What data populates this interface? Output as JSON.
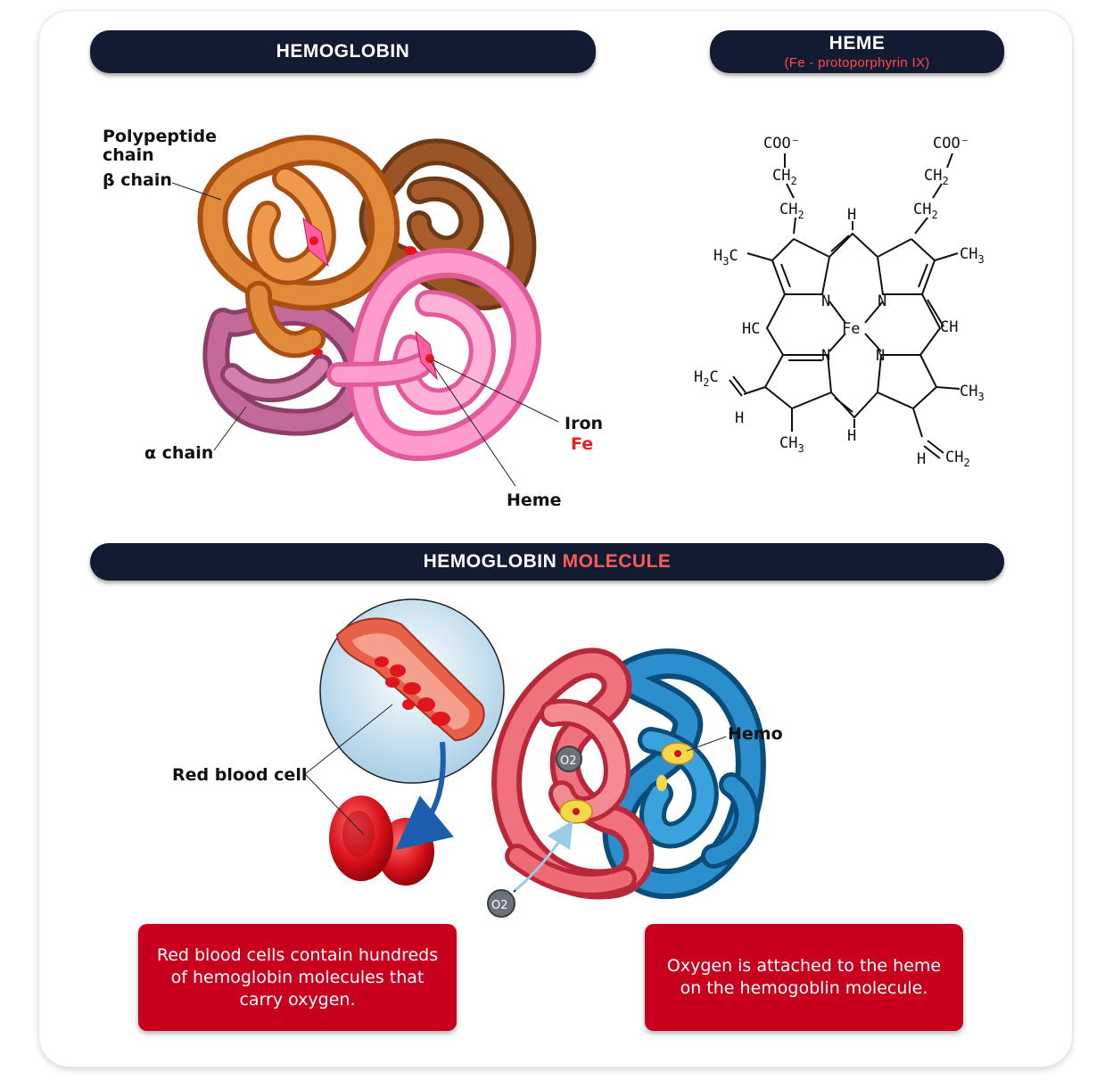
{
  "header_hemoglobin": "HEMOGLOBIN",
  "header_heme": {
    "title": "HEME",
    "subtitle": "(Fe - protoporphyrin IX)"
  },
  "hemoglobin_labels": {
    "polypeptide_line1": "Polypeptide",
    "polypeptide_line2": "chain",
    "beta_chain": "β chain",
    "alpha_chain": "α chain",
    "iron": "Iron",
    "fe": "Fe",
    "heme": "Heme"
  },
  "heme_structure": {
    "coo_left": "COO⁻",
    "coo_right": "COO⁻",
    "ch2": "CH",
    "two": "2",
    "three": "3",
    "h3c": "H",
    "c": "C",
    "n": "N",
    "fe": "Fe",
    "h": "H",
    "hc": "HC",
    "ch": "CH",
    "h2c": "H"
  },
  "molecule_header": {
    "part1": "HEMOGLOBIN",
    "part2": "MOLECULE"
  },
  "molecule_labels": {
    "red_blood_cell": "Red blood cell",
    "hemo": "Hemo",
    "o2": "O2"
  },
  "notes": {
    "left": "Red blood cells contain hundreds of hemoglobin molecules that carry oxygen.",
    "right": "Oxygen is attached to the heme on the hemogoblin molecule."
  },
  "colors": {
    "navy": "#131b33",
    "accent_red": "#ff5a5a",
    "note_red": "#c9001d",
    "beta_orange": "#d9772e",
    "beta_brown": "#8a4a1f",
    "alpha_pink": "#ff8fc4",
    "alpha_mauve": "#c46a9b",
    "model_red": "#e8545f",
    "model_blue": "#1f7fb8"
  }
}
